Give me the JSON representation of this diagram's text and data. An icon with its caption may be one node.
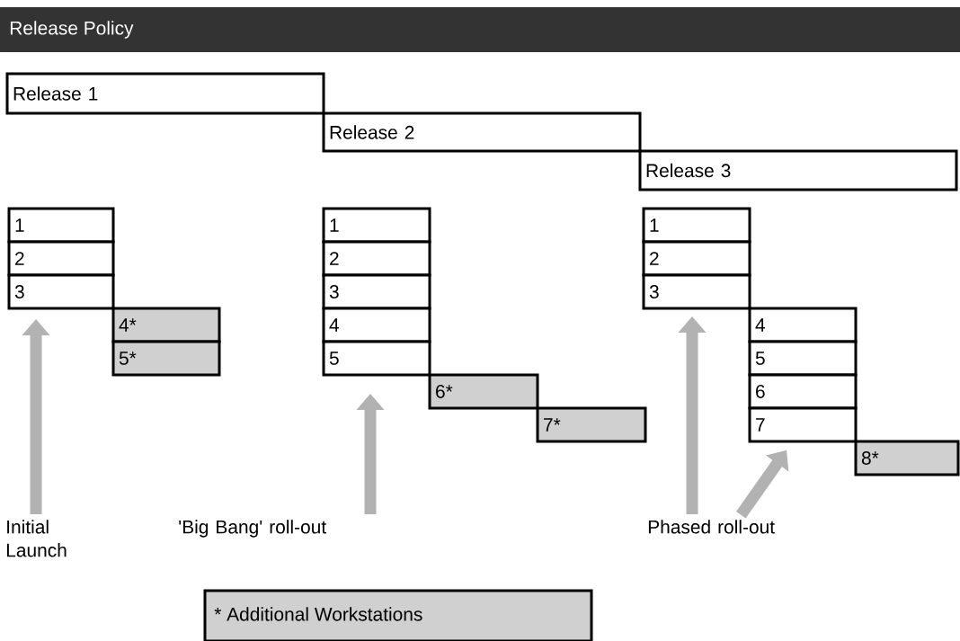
{
  "diagram": {
    "title": "Release Policy",
    "nodes": [
      {
        "text": [
          "Release 1"
        ]
      },
      {
        "text": [
          "Release 2"
        ]
      },
      {
        "text": [
          "Release 3"
        ]
      },
      {
        "text": [
          "1"
        ]
      },
      {
        "text": [
          "2"
        ]
      },
      {
        "text": [
          "3"
        ]
      },
      {
        "text": [
          "4*"
        ]
      },
      {
        "text": [
          "5*"
        ]
      },
      {
        "text": [
          "1"
        ]
      },
      {
        "text": [
          "2"
        ]
      },
      {
        "text": [
          "3"
        ]
      },
      {
        "text": [
          "4"
        ]
      },
      {
        "text": [
          "5"
        ]
      },
      {
        "text": [
          "6*"
        ]
      },
      {
        "text": [
          "7*"
        ]
      },
      {
        "text": [
          "1"
        ]
      },
      {
        "text": [
          "2"
        ]
      },
      {
        "text": [
          "3"
        ]
      },
      {
        "text": [
          "4"
        ]
      },
      {
        "text": [
          "5"
        ]
      },
      {
        "text": [
          "6"
        ]
      },
      {
        "text": [
          "7"
        ]
      },
      {
        "text": [
          "8*"
        ]
      },
      {
        "text": [
          "Initial Launch"
        ]
      },
      {
        "text": [
          "'Big Bang' roll-out"
        ]
      },
      {
        "text": [
          "Phased roll-out"
        ]
      }
    ],
    "edges": [
      {
        "from": 23,
        "to": 5,
        "arrow": "to"
      },
      {
        "from": 24,
        "to": 12,
        "arrow": "to"
      },
      {
        "from": 25,
        "to": 17,
        "arrow": "to"
      },
      {
        "from": 25,
        "to": 21,
        "arrow": "to"
      }
    ],
    "legend": [
      {
        "text": "* Additional Workstations",
        "color": "#d0d0d0"
      }
    ]
  }
}
